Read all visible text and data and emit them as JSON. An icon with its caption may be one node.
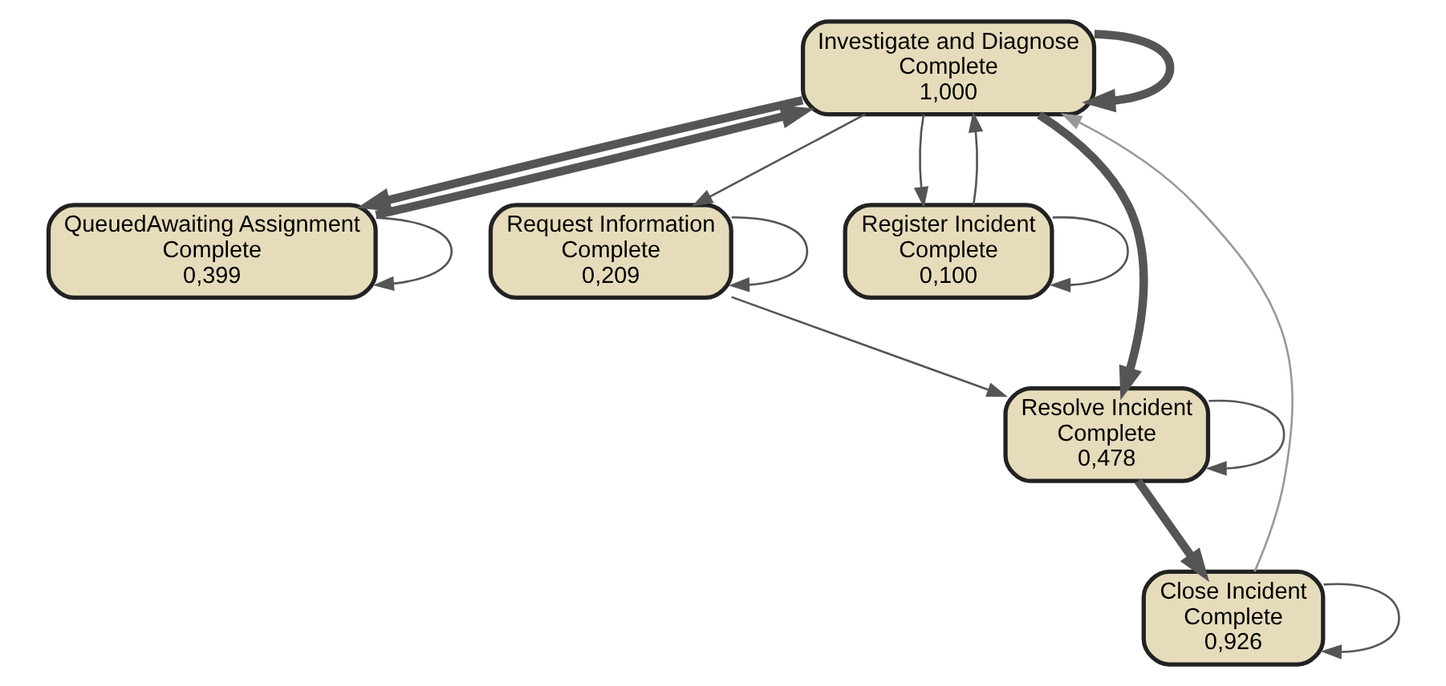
{
  "diagram": {
    "nodes": [
      {
        "text": [
          "Investigate and Diagnose",
          "Complete",
          "1,000"
        ]
      },
      {
        "text": [
          "QueuedAwaiting Assignment",
          "Complete",
          "0,399"
        ]
      },
      {
        "text": [
          "Request Information",
          "Complete",
          "0,209"
        ]
      },
      {
        "text": [
          "Register Incident",
          "Complete",
          "0,100"
        ]
      },
      {
        "text": [
          "Resolve Incident",
          "Complete",
          "0,478"
        ]
      },
      {
        "text": [
          "Close Incident",
          "Complete",
          "0,926"
        ]
      }
    ],
    "edges": [
      {
        "from": 0,
        "to": 0,
        "arrow": "to",
        "style": "thick"
      },
      {
        "from": 0,
        "to": 1,
        "arrow": "to",
        "style": "thick"
      },
      {
        "from": 1,
        "to": 0,
        "arrow": "to",
        "style": "thick"
      },
      {
        "from": 1,
        "to": 1,
        "arrow": "to"
      },
      {
        "from": 0,
        "to": 2,
        "arrow": "to"
      },
      {
        "from": 2,
        "to": 2,
        "arrow": "to"
      },
      {
        "from": 0,
        "to": 3,
        "arrow": "to"
      },
      {
        "from": 3,
        "to": 0,
        "arrow": "to"
      },
      {
        "from": 3,
        "to": 3,
        "arrow": "to"
      },
      {
        "from": 0,
        "to": 4,
        "arrow": "to",
        "style": "thick"
      },
      {
        "from": 2,
        "to": 4,
        "arrow": "to"
      },
      {
        "from": 4,
        "to": 4,
        "arrow": "to"
      },
      {
        "from": 4,
        "to": 5,
        "arrow": "to",
        "style": "thick"
      },
      {
        "from": 5,
        "to": 0,
        "arrow": "to",
        "color": "#999999"
      },
      {
        "from": 5,
        "to": 5,
        "arrow": "to"
      }
    ]
  }
}
